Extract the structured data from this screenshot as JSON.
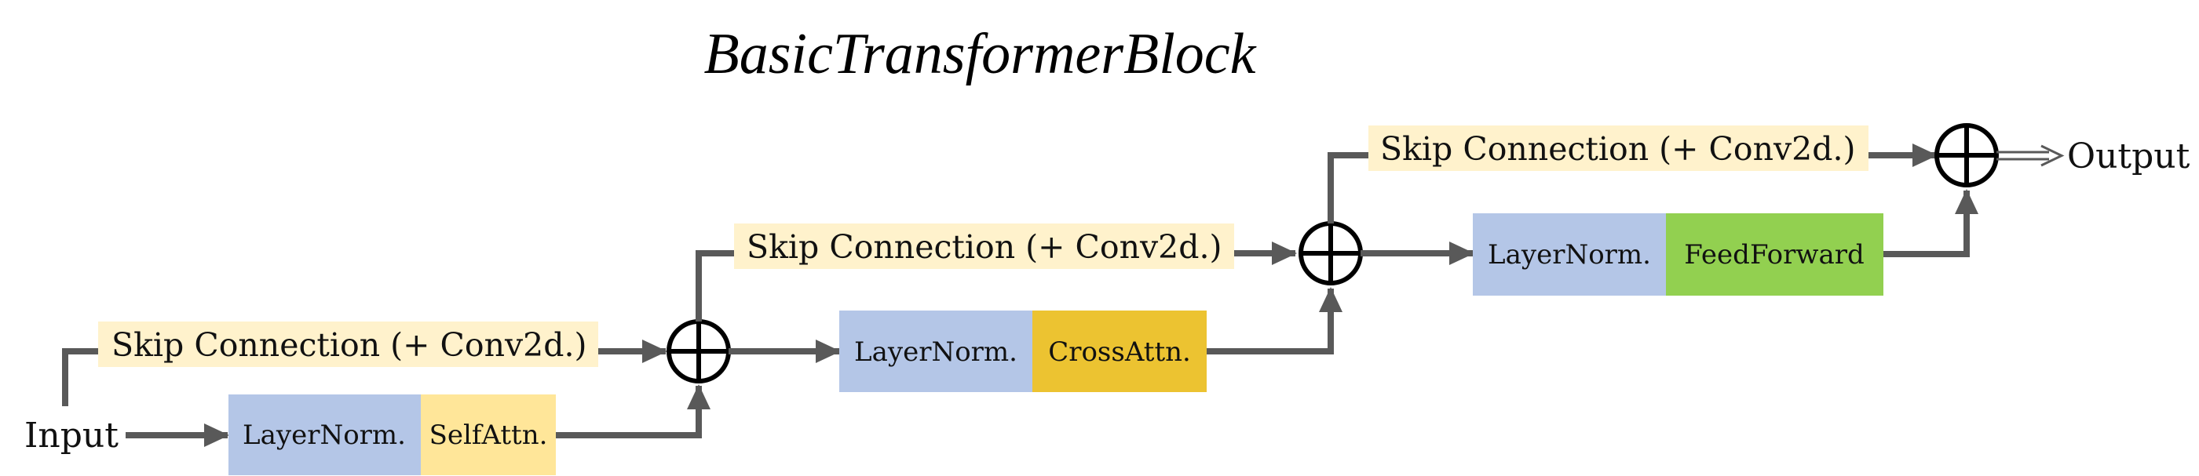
{
  "title": "BasicTransformerBlock",
  "input_label": "Input",
  "output_label": "Output",
  "skip_label": "Skip Connection (+ Conv2d.)",
  "blocks": [
    {
      "norm": "LayerNorm.",
      "op": "SelfAttn."
    },
    {
      "norm": "LayerNorm.",
      "op": "CrossAttn."
    },
    {
      "norm": "LayerNorm.",
      "op": "FeedForward"
    }
  ],
  "colors": {
    "norm": "#b4c6e7",
    "self_attn": "#ffe699",
    "cross_attn": "#ecc331",
    "feed_forward": "#92d050",
    "skip_highlight": "#fff2cc",
    "arrow": "#595959"
  }
}
